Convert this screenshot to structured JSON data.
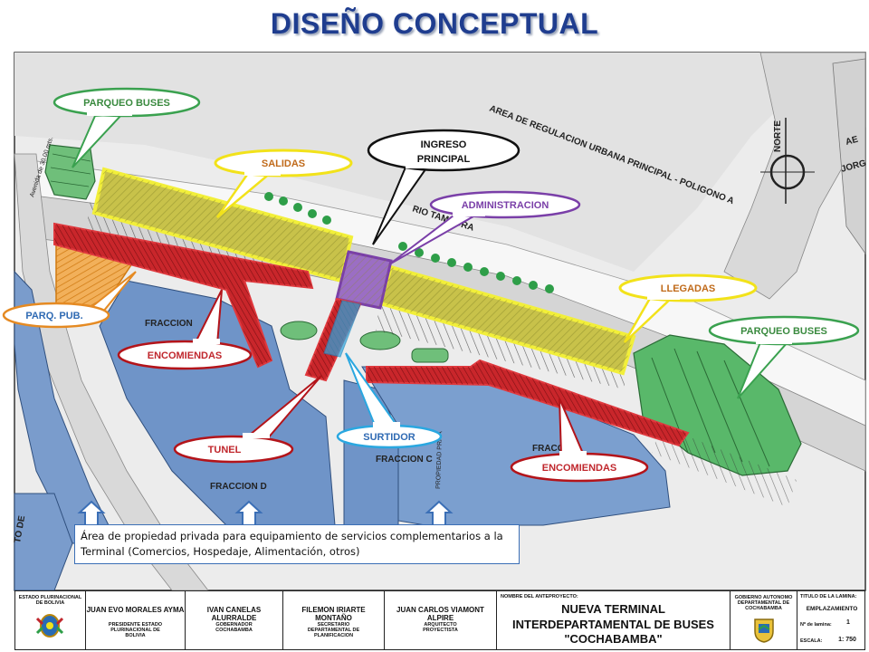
{
  "title": "DISEÑO CONCEPTUAL",
  "callouts": {
    "parqueo_buses_left": "PARQUEO BUSES",
    "salidas": "SALIDAS",
    "ingreso_line1": "INGRESO",
    "ingreso_line2": "PRINCIPAL",
    "administracion": "ADMINISTRACION",
    "llegadas": "LLEGADAS",
    "parqueo_buses_right": "PARQUEO BUSES",
    "parq_pub": "PARQ. PUB.",
    "encomiendas_left": "ENCOMIENDAS",
    "tunel": "TUNEL",
    "surtidor": "SURTIDOR",
    "encomiendas_right": "ENCOMIENDAS"
  },
  "map_labels": {
    "area_regulacion": "AREA DE REGULACION URBANA PRINCIPAL - POLIGONO A",
    "rio_tamborada": "RIO TAMBORA",
    "norte": "NORTE",
    "avenida": "Avenida de 30.00 mts.",
    "fraccion_b": "FRACCION",
    "fraccion_c": "FRACCION C",
    "fraccion_d": "FRACCION D",
    "propiedad": "PROPIEDAD PRIVA",
    "fracc": "FRACC",
    "to_de": "TO DE",
    "aer": "AE",
    "jorg": "JORG"
  },
  "note": "Área de propiedad privada para equipamiento de servicios complementarios a la Terminal (Comercios, Hospedaje, Alimentación, otros)",
  "title_block": {
    "entity": "ESTADO PLURINACIONAL DE BOLIVIA",
    "p1_name": "JUAN EVO MORALES AYMA",
    "p1_role": "PRESIDENTE ESTADO PLURINACIONAL DE BOLIVIA",
    "p2_name": "IVAN CANELAS ALURRALDE",
    "p2_role": "GOBERNADOR COCHABAMBA",
    "p3_name": "FILEMON IRIARTE MONTAÑO",
    "p3_role": "SECRETARIO DEPARTAMENTAL DE PLANIFICACION",
    "p4_name": "JUAN CARLOS VIAMONT ALPIRE",
    "p4_role": "ARQUITECTO PROYECTISTA",
    "project_label": "NOMBRE DEL ANTEPROYECTO:",
    "project_line1": "NUEVA TERMINAL",
    "project_line2": "INTERDEPARTAMENTAL DE BUSES",
    "project_line3": "\"COCHABAMBA\"",
    "gov_label": "GOBIERNO AUTONOMO DEPARTAMENTAL DE COCHABAMBA",
    "sheet_title_label": "TITULO DE LA LAMINA:",
    "sheet_title": "EMPLAZAMIENTO",
    "sheet_no_label": "Nº de lamina:",
    "sheet_no": "1",
    "scale_label": "ESCALA:",
    "scale": "1: 750"
  },
  "colors": {
    "title": "#1f3d8f",
    "platform_yellow": "#f2ef3a",
    "encomiendas_red": "#c9262b",
    "admin_purple": "#7a3fa8",
    "parking_green": "#59b86a",
    "lot_blue": "#6f94c8",
    "surtidor_blue": "#2aa7e0"
  }
}
